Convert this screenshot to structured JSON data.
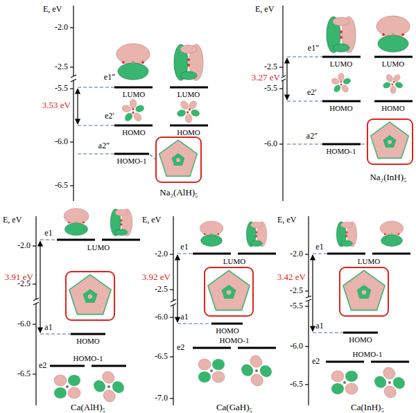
{
  "diagram": {
    "labels": [
      "E, eV",
      "-2.0",
      "-2.5",
      "-5.5",
      "-6.0",
      "-6.5",
      "e1″",
      "LUMO",
      "LUMO",
      "3.53 eV",
      "e2′",
      "HOMO",
      "HOMO",
      "a2″",
      "HOMO-1",
      "Na₂(AlH)₅",
      "E, eV",
      "-2.5",
      "-5.5",
      "-6.0",
      "e1″",
      "LUMO",
      "LUMO",
      "3.27 eV",
      "e2′",
      "HOMO",
      "HOMO",
      "a2″",
      "HOMO-1",
      "Na₂(InH)₅",
      "E, eV",
      "-2.0",
      "-2.5",
      "-6.0",
      "-6.5",
      "e1",
      "LUMO",
      "3.91 eV",
      "a1",
      "HOMO",
      "e2",
      "HOMO-1",
      "Ca(AlH)₅",
      "E, eV",
      "-2.0",
      "-2.5",
      "-6.0",
      "-6.5",
      "-7.0",
      "e1",
      "LUMO",
      "3.92 eV",
      "a1",
      "HOMO",
      "e2",
      "HOMO-1",
      "Ca(GaH)₅",
      "E, eV",
      "-2.0",
      "-2.5",
      "-5.5",
      "-6.0",
      "-6.5",
      "e1",
      "LUMO",
      "3.42 eV",
      "a1",
      "HOMO",
      "e2",
      "HOMO-1",
      "Ca(InH)₅"
    ]
  }
}
